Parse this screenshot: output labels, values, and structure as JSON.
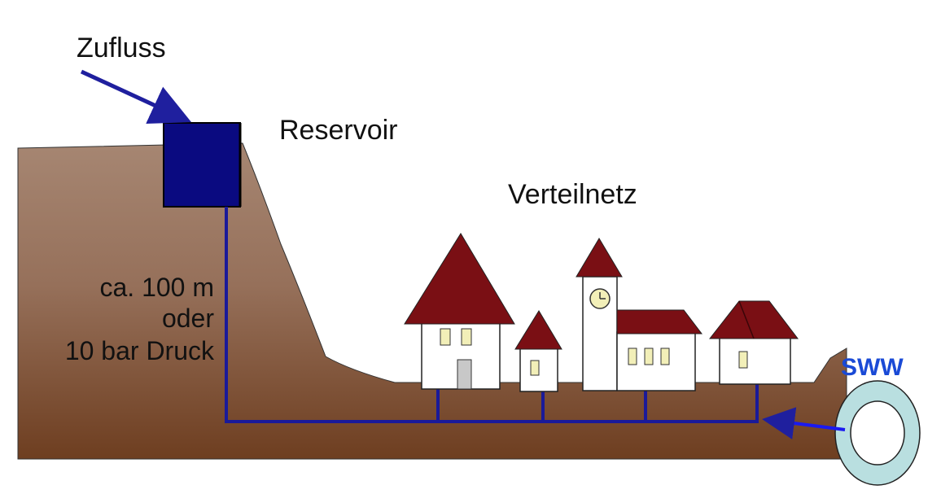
{
  "labels": {
    "inflow": "Zufluss",
    "reservoir": "Reservoir",
    "network": "Verteilnetz",
    "height_line1": "ca. 100 m",
    "height_line2": "oder",
    "height_line3": "10 bar Druck",
    "sww": "SWW"
  },
  "colors": {
    "ground_top": "#9c7a66",
    "ground_bottom": "#7a4a2c",
    "reservoir": "#0a0a80",
    "pipe": "#1a1a99",
    "arrow": "#1f1f9e",
    "roof": "#7a0f14",
    "wall": "#ffffff",
    "window": "#f2efb8",
    "door": "#c8c8c8",
    "sww_text": "#1a4ad6",
    "sww_ring": "#b9dfe0"
  },
  "icons": [
    "arrow-icon",
    "clock-icon",
    "pipe-ring-icon"
  ]
}
